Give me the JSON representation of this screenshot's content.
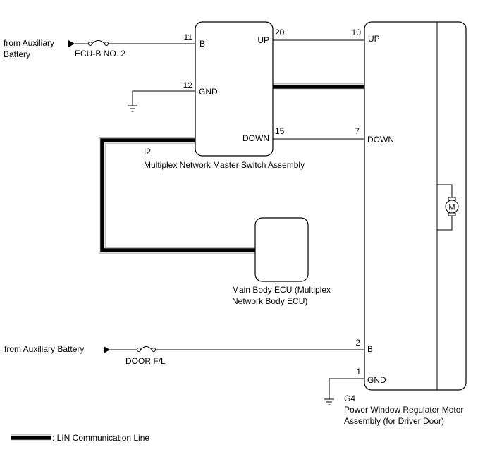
{
  "colors": {
    "line": "#000000",
    "background": "#ffffff",
    "lin_outline": "#8a8a8a"
  },
  "icons": {
    "source_arrow": "arrow-right-icon",
    "fuse": "fuse-icon",
    "ground": "ground-icon",
    "motor": "motor-icon"
  },
  "inputs": {
    "top": {
      "source_line1": "from Auxiliary",
      "source_line2": "Battery",
      "fuse": "ECU-B NO. 2"
    },
    "bottom": {
      "source": "from Auxiliary Battery",
      "fuse": "DOOR F/L"
    }
  },
  "master_switch": {
    "code": "I2",
    "name": "Multiplex Network Master Switch Assembly",
    "pins": {
      "b": {
        "number": "11",
        "label": "B"
      },
      "gnd": {
        "number": "12",
        "label": "GND"
      },
      "up": {
        "number": "20",
        "label": "UP"
      },
      "down": {
        "number": "15",
        "label": "DOWN"
      }
    }
  },
  "main_body_ecu": {
    "name_line1": "Main Body ECU (Multiplex",
    "name_line2": "Network Body ECU)"
  },
  "regulator_motor": {
    "code": "G4",
    "name_line1": "Power Window Regulator Motor",
    "name_line2": "Assembly (for Driver Door)",
    "motor_symbol": "M",
    "pins": {
      "up": {
        "number": "10",
        "label": "UP"
      },
      "down": {
        "number": "7",
        "label": "DOWN"
      },
      "b": {
        "number": "2",
        "label": "B"
      },
      "gnd": {
        "number": "1",
        "label": "GND"
      }
    }
  },
  "legend": {
    "lin_label": ": LIN Communication Line"
  }
}
